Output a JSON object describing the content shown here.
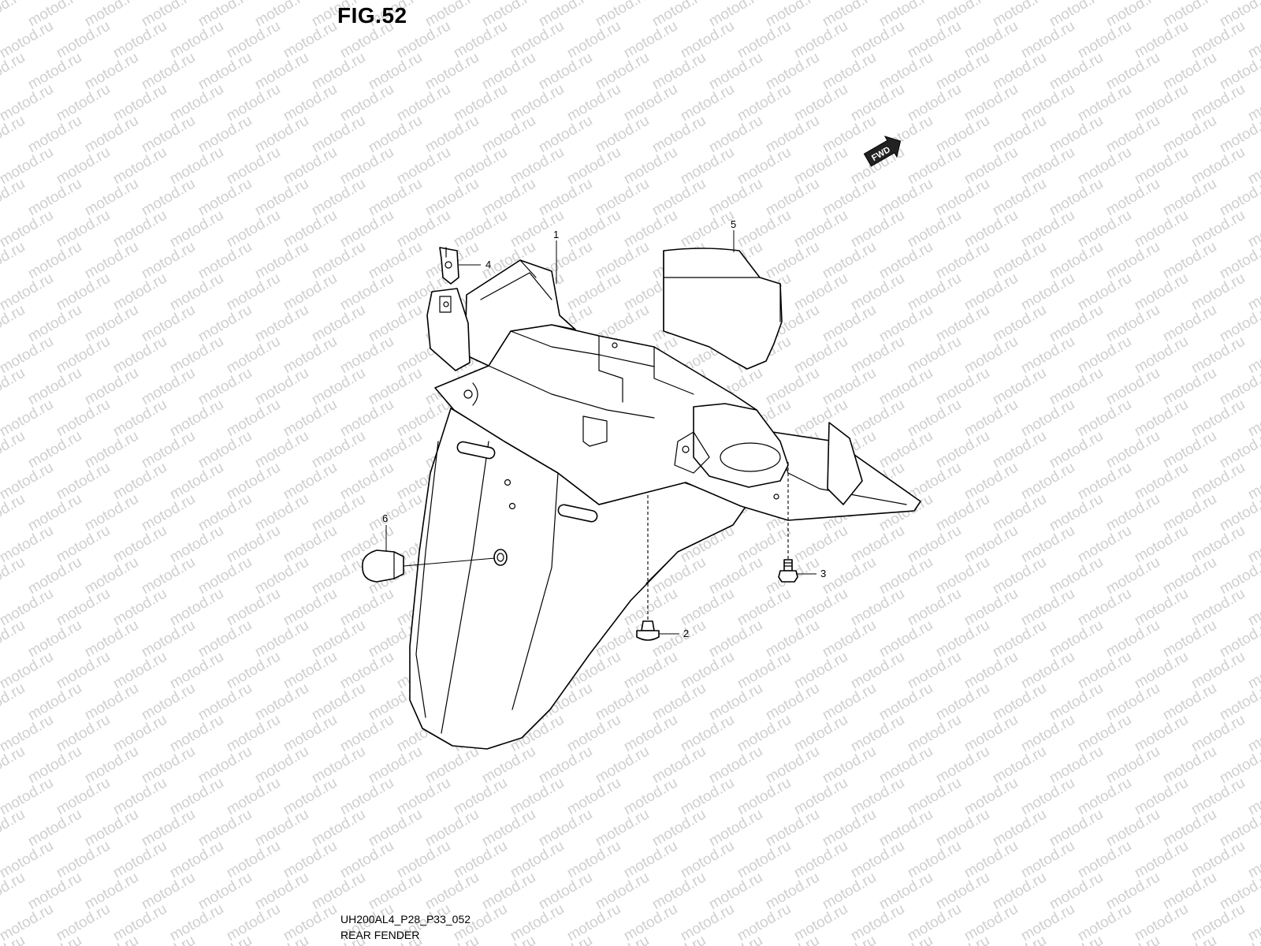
{
  "figure": {
    "title": "FIG.52",
    "code": "UH200AL4_P28_P33_052",
    "name": "REAR FENDER"
  },
  "watermark": {
    "text": "motod.ru",
    "color": "#cfcfcf"
  },
  "direction_badge": {
    "label": "FWD",
    "icon": "forward-arrow-icon"
  },
  "callouts": [
    {
      "number": "1"
    },
    {
      "number": "2"
    },
    {
      "number": "3"
    },
    {
      "number": "4"
    },
    {
      "number": "5"
    },
    {
      "number": "6"
    }
  ]
}
